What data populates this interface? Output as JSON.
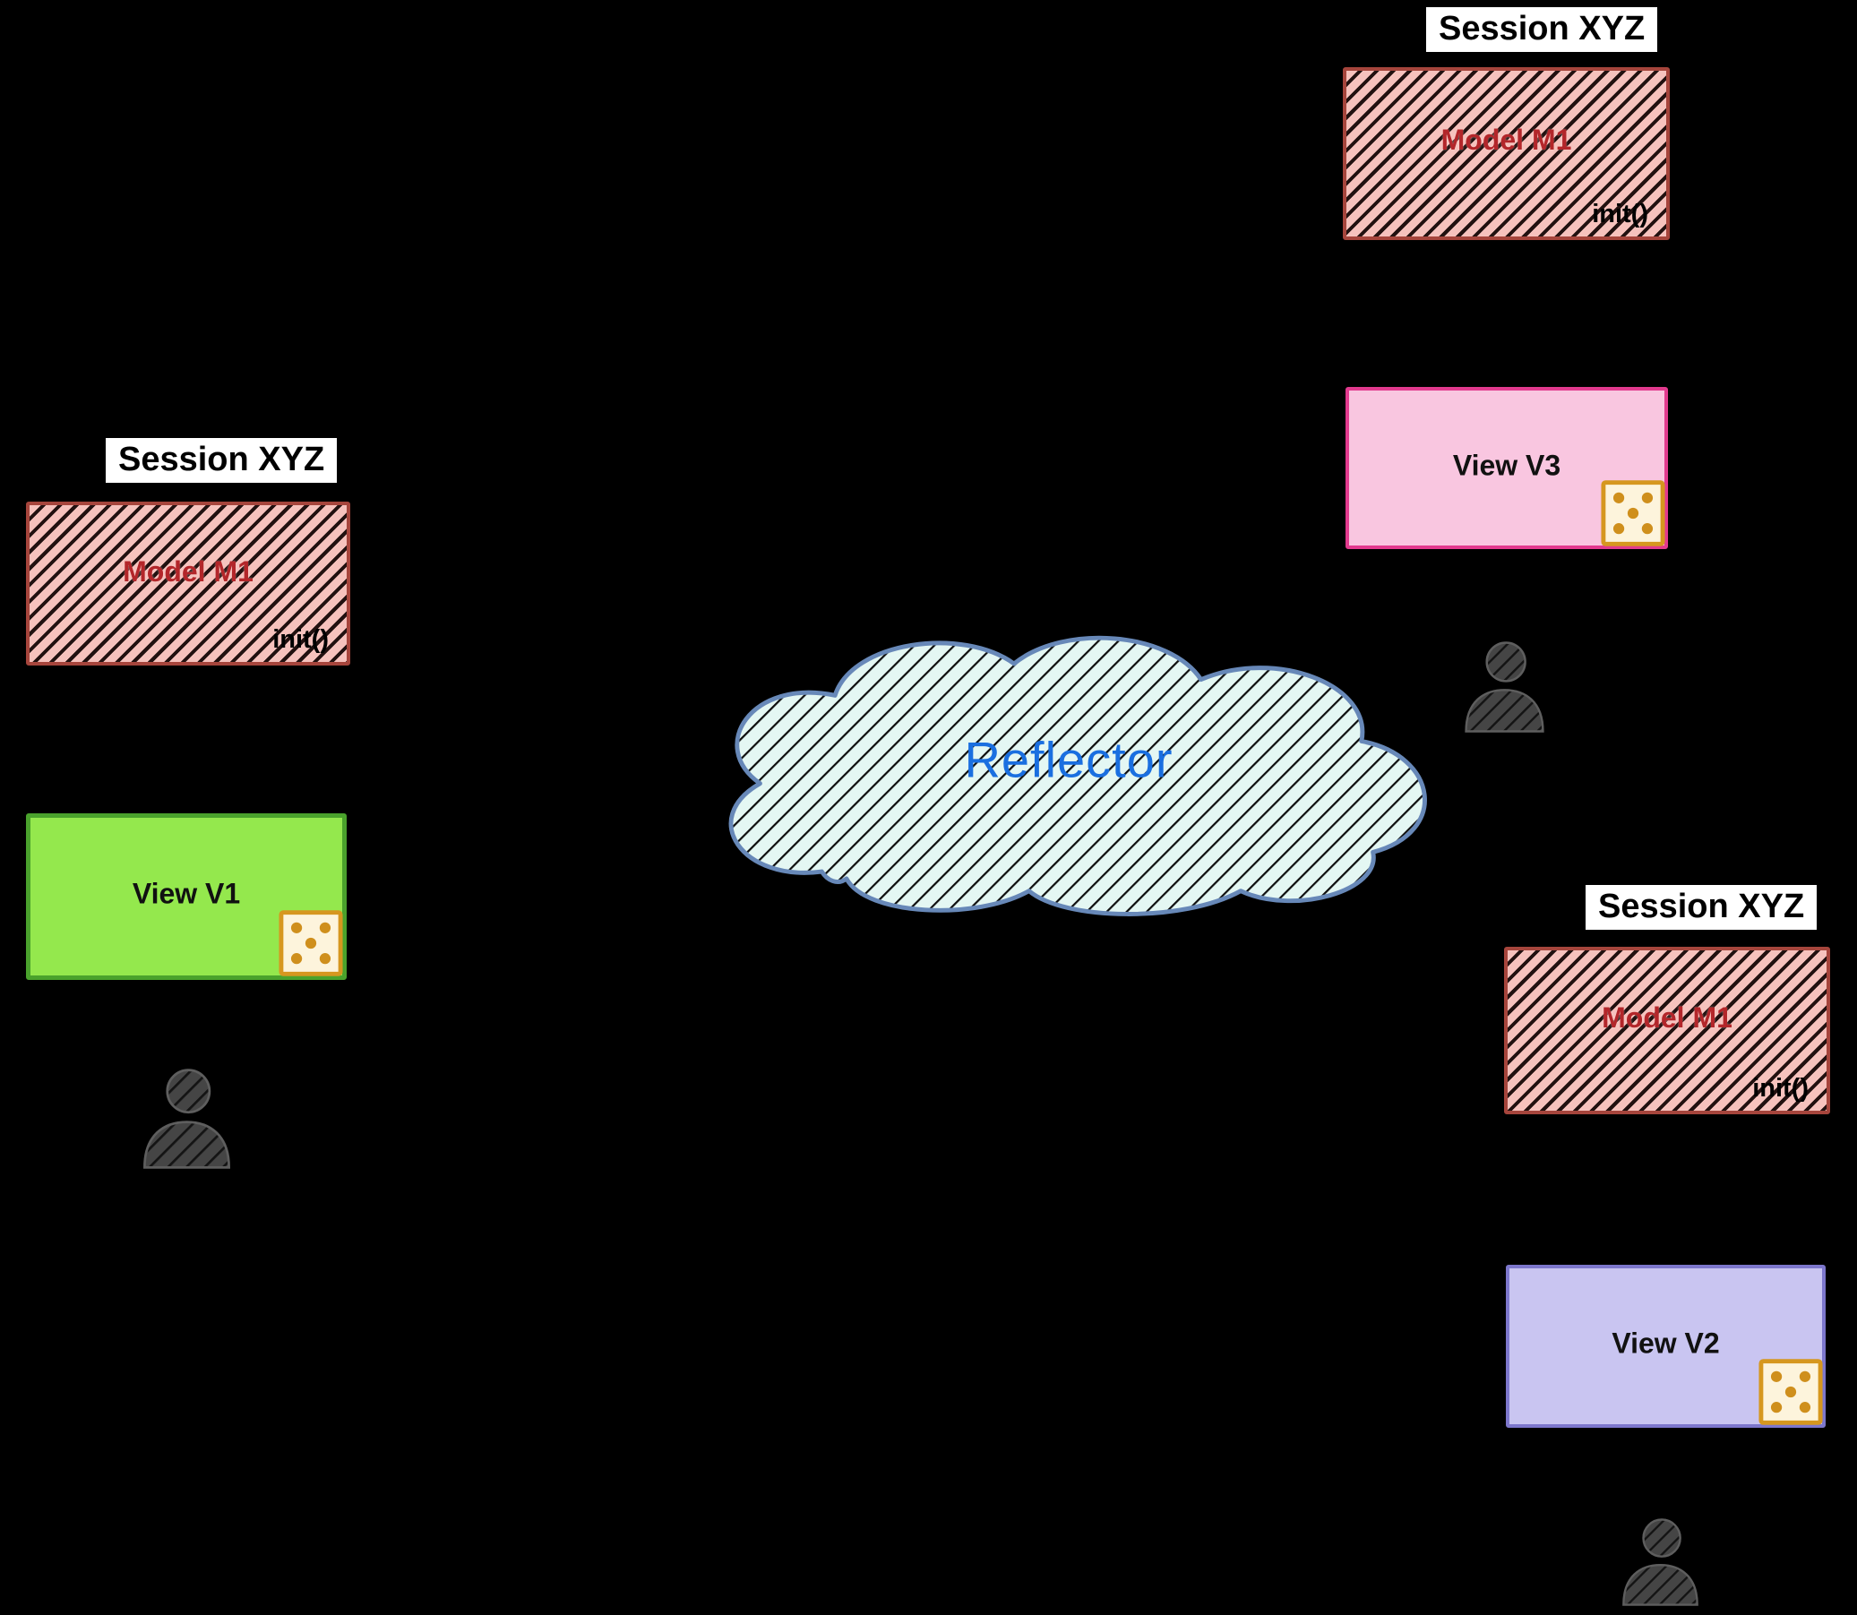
{
  "canvas": {
    "background": "#000000"
  },
  "cloud": {
    "label": "Reflector",
    "label_color": "#1a6fe0",
    "fill": "#e4f7f3",
    "stroke": "#6788b8",
    "texture": "diagonal-hatch"
  },
  "sessions": [
    {
      "title": "Session XYZ",
      "position": "left"
    },
    {
      "title": "Session XYZ",
      "position": "top-right"
    },
    {
      "title": "Session XYZ",
      "position": "bottom-right"
    }
  ],
  "models": [
    {
      "label": "Model M1",
      "method": "init()"
    },
    {
      "label": "Model M1",
      "method": "init()"
    },
    {
      "label": "Model M1",
      "method": "init()"
    }
  ],
  "views": [
    {
      "label": "View V1",
      "fill": "#94e84d",
      "border": "#4aa22c"
    },
    {
      "label": "View V2",
      "fill": "#c9c5f1",
      "border": "#7d77cc"
    },
    {
      "label": "View V3",
      "fill": "#f9c6e0",
      "border": "#e23a8e"
    }
  ],
  "model_style": {
    "fill": "#f6c2bd",
    "border": "#a6453c",
    "text_color": "#b3262a",
    "hatch_color": "#221110",
    "texture": "diagonal-hatch"
  },
  "icons": {
    "dice": "dice-5-icon",
    "user": "user-icon"
  },
  "icon_style": {
    "dice_fill": "#fdf4dc",
    "dice_border": "#d6971f",
    "dice_dot": "#cf8f1c",
    "user_fill": "#454545"
  }
}
